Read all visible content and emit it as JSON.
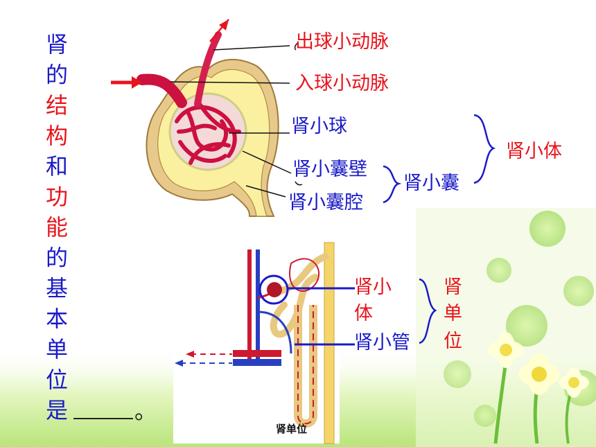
{
  "title_chars": [
    {
      "ch": "肾",
      "color": "#1a1ac8"
    },
    {
      "ch": "的",
      "color": "#1a1ac8"
    },
    {
      "ch": "结",
      "color": "#e8141c"
    },
    {
      "ch": "构",
      "color": "#e8141c"
    },
    {
      "ch": "和",
      "color": "#1a1ac8"
    },
    {
      "ch": "功",
      "color": "#e8141c"
    },
    {
      "ch": "能",
      "color": "#e8141c"
    },
    {
      "ch": "的",
      "color": "#1a1ac8"
    },
    {
      "ch": "基",
      "color": "#1a1ac8"
    },
    {
      "ch": "本",
      "color": "#1a1ac8"
    },
    {
      "ch": "单",
      "color": "#1a1ac8"
    },
    {
      "ch": "位",
      "color": "#1a1ac8"
    },
    {
      "ch": "是",
      "color": "#1a1ac8"
    }
  ],
  "title_end": "。",
  "upper": {
    "efferent": "出球小动脉",
    "afferent": "入球小动脉",
    "glomerulus": "肾小球",
    "capsule_wall": "肾小囊壁",
    "capsule_cavity": "肾小囊腔",
    "capsule": "肾小囊",
    "corpuscle": "肾小体"
  },
  "lower": {
    "corpuscle_line1": "肾小",
    "corpuscle_line2": "体",
    "tubule": "肾小管",
    "nephron_1": "肾",
    "nephron_2": "单",
    "nephron_3": "位",
    "caption": "肾单位"
  },
  "colors": {
    "red": "#e8141c",
    "blue": "#1a1ac8",
    "capsule_yellow": "#fbf0a0",
    "green": "#c8ef8c",
    "flower": "#ffffc8"
  }
}
